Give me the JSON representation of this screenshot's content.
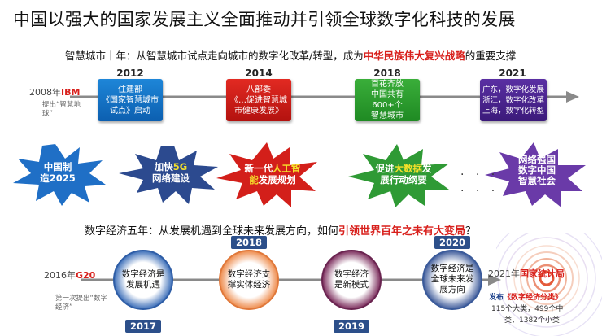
{
  "title": "中国以强大的国家发展主义全面推动并引领全球数字化科技的发展",
  "smart_city": {
    "heading_pre": "智慧城市十年：从智慧城市试点走向城市的数字化改革/转型，成为",
    "heading_red": "中华民族伟大复兴战略",
    "heading_post": "的重要支撑",
    "start_year": "2008年",
    "start_brand": "IBM",
    "start_note": "提出“智慧地球”",
    "cards": [
      {
        "year": "2012",
        "line1": "住建部",
        "line2": "《国家智慧城市",
        "line3": "试点》启动"
      },
      {
        "year": "2014",
        "line1": "八部委",
        "line2": "《…促进智慧城",
        "line3": "市健康发展》"
      },
      {
        "year": "2018",
        "line1": "百花齐放",
        "line2": "中国共有600+个",
        "line3": "智慧城市"
      },
      {
        "year": "2021",
        "line1": "广东，数字化发展",
        "line2": "浙江，数字化改革",
        "line3": "上海，数字化转型"
      }
    ]
  },
  "stars": [
    {
      "line1": "中国制",
      "line2": "造2025",
      "color": "#1f6fc6"
    },
    {
      "line1a": "加快",
      "line1b": "5G",
      "line2": "网络建设",
      "color": "#2c4a8f"
    },
    {
      "line1a": "新一代",
      "line1b": "人工智",
      "line2a": "能",
      "line2b": "发展规划",
      "color": "#d31f1a"
    },
    {
      "line1a": "促进",
      "line1b": "大数据",
      "line1c": "发",
      "line2": "展行动纲要",
      "color": "#2f9a35"
    },
    {
      "line1": "网络强国",
      "line2": "数字中国",
      "line3": "智慧社会",
      "color": "#6a3aa8"
    }
  ],
  "ellipsis1": "· · ·",
  "ellipsis2": "· · ·",
  "digital_economy": {
    "heading_pre": "数字经济五年：从发展机遇到全球未来发展方向，如何",
    "heading_red": "引领世界百年之未有大变局",
    "heading_post": "？",
    "start_year": "2016年",
    "start_brand": "G20",
    "start_note": "第一次提出“数字经济”",
    "circles": [
      {
        "year": "2017",
        "line1": "数字经济是",
        "line2": "发展机遇"
      },
      {
        "year": "2018",
        "line1": "数字经济支",
        "line2": "撑实体经济"
      },
      {
        "year": "2019",
        "line1": "数字经济",
        "line2": "是新模式"
      },
      {
        "year": "2020",
        "line1": "数字经济是",
        "line2": "全球未来发",
        "line3": "展方向"
      }
    ],
    "end_year": "2021年",
    "end_brand": "国家统计局",
    "end_pub_pre": "发布",
    "end_pub_title": "《数字经济分类》",
    "end_note1": "115个大类，499个中",
    "end_note2": "类，1382个小类"
  },
  "colors": {
    "accent_red": "#d8201c",
    "blue": "#1065b8",
    "green": "#2a9c2e",
    "violet": "#4a238e",
    "tag": "#2c4f8a"
  }
}
